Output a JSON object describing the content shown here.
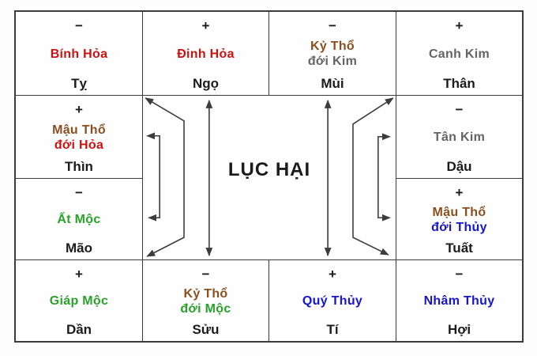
{
  "title": "LỤC HẠI",
  "colors": {
    "bg": "#fdfdfd",
    "ink": "#1b1b1b",
    "line": "#3c3c3c",
    "fire": "#cc1111",
    "earth": "#8a4f1f",
    "metal": "#646464",
    "wood": "#28a228",
    "water": "#1515cd"
  },
  "cells": {
    "ty": {
      "sign": "−",
      "element": "Bính Hỏa",
      "branch": "Tỵ"
    },
    "ngo": {
      "sign": "+",
      "element": "Đinh Hỏa",
      "branch": "Ngọ"
    },
    "mui": {
      "sign": "−",
      "element_top": "Kỷ Thổ",
      "element_bottom": "đới Kim",
      "branch": "Mùi"
    },
    "than": {
      "sign": "+",
      "element": "Canh Kim",
      "branch": "Thân"
    },
    "thin": {
      "sign": "+",
      "element_top": "Mậu Thổ",
      "element_bottom": "đới Hỏa",
      "branch": "Thìn"
    },
    "dau": {
      "sign": "−",
      "element": "Tân Kim",
      "branch": "Dậu"
    },
    "mao": {
      "sign": "−",
      "element": "Ất Mộc",
      "branch": "Mão"
    },
    "tuat": {
      "sign": "+",
      "element_top": "Mậu Thổ",
      "element_bottom": "đới Thủy",
      "branch": "Tuất"
    },
    "dan": {
      "sign": "+",
      "element": "Giáp Mộc",
      "branch": "Dần"
    },
    "suu": {
      "sign": "−",
      "element_top": "Kỷ Thổ",
      "element_bottom": "đới Mộc",
      "branch": "Sửu"
    },
    "ti": {
      "sign": "+",
      "element": "Quý Thủy",
      "branch": "Tí"
    },
    "hoi": {
      "sign": "−",
      "element": "Nhâm Thủy",
      "branch": "Hợi"
    }
  },
  "harm_pairs": [
    {
      "from": "Tỵ",
      "to": "Dần"
    },
    {
      "from": "Ngọ",
      "to": "Sửu"
    },
    {
      "from": "Mùi",
      "to": "Tí"
    },
    {
      "from": "Thân",
      "to": "Hợi"
    },
    {
      "from": "Thìn",
      "to": "Mão"
    },
    {
      "from": "Dậu",
      "to": "Tuất"
    }
  ]
}
